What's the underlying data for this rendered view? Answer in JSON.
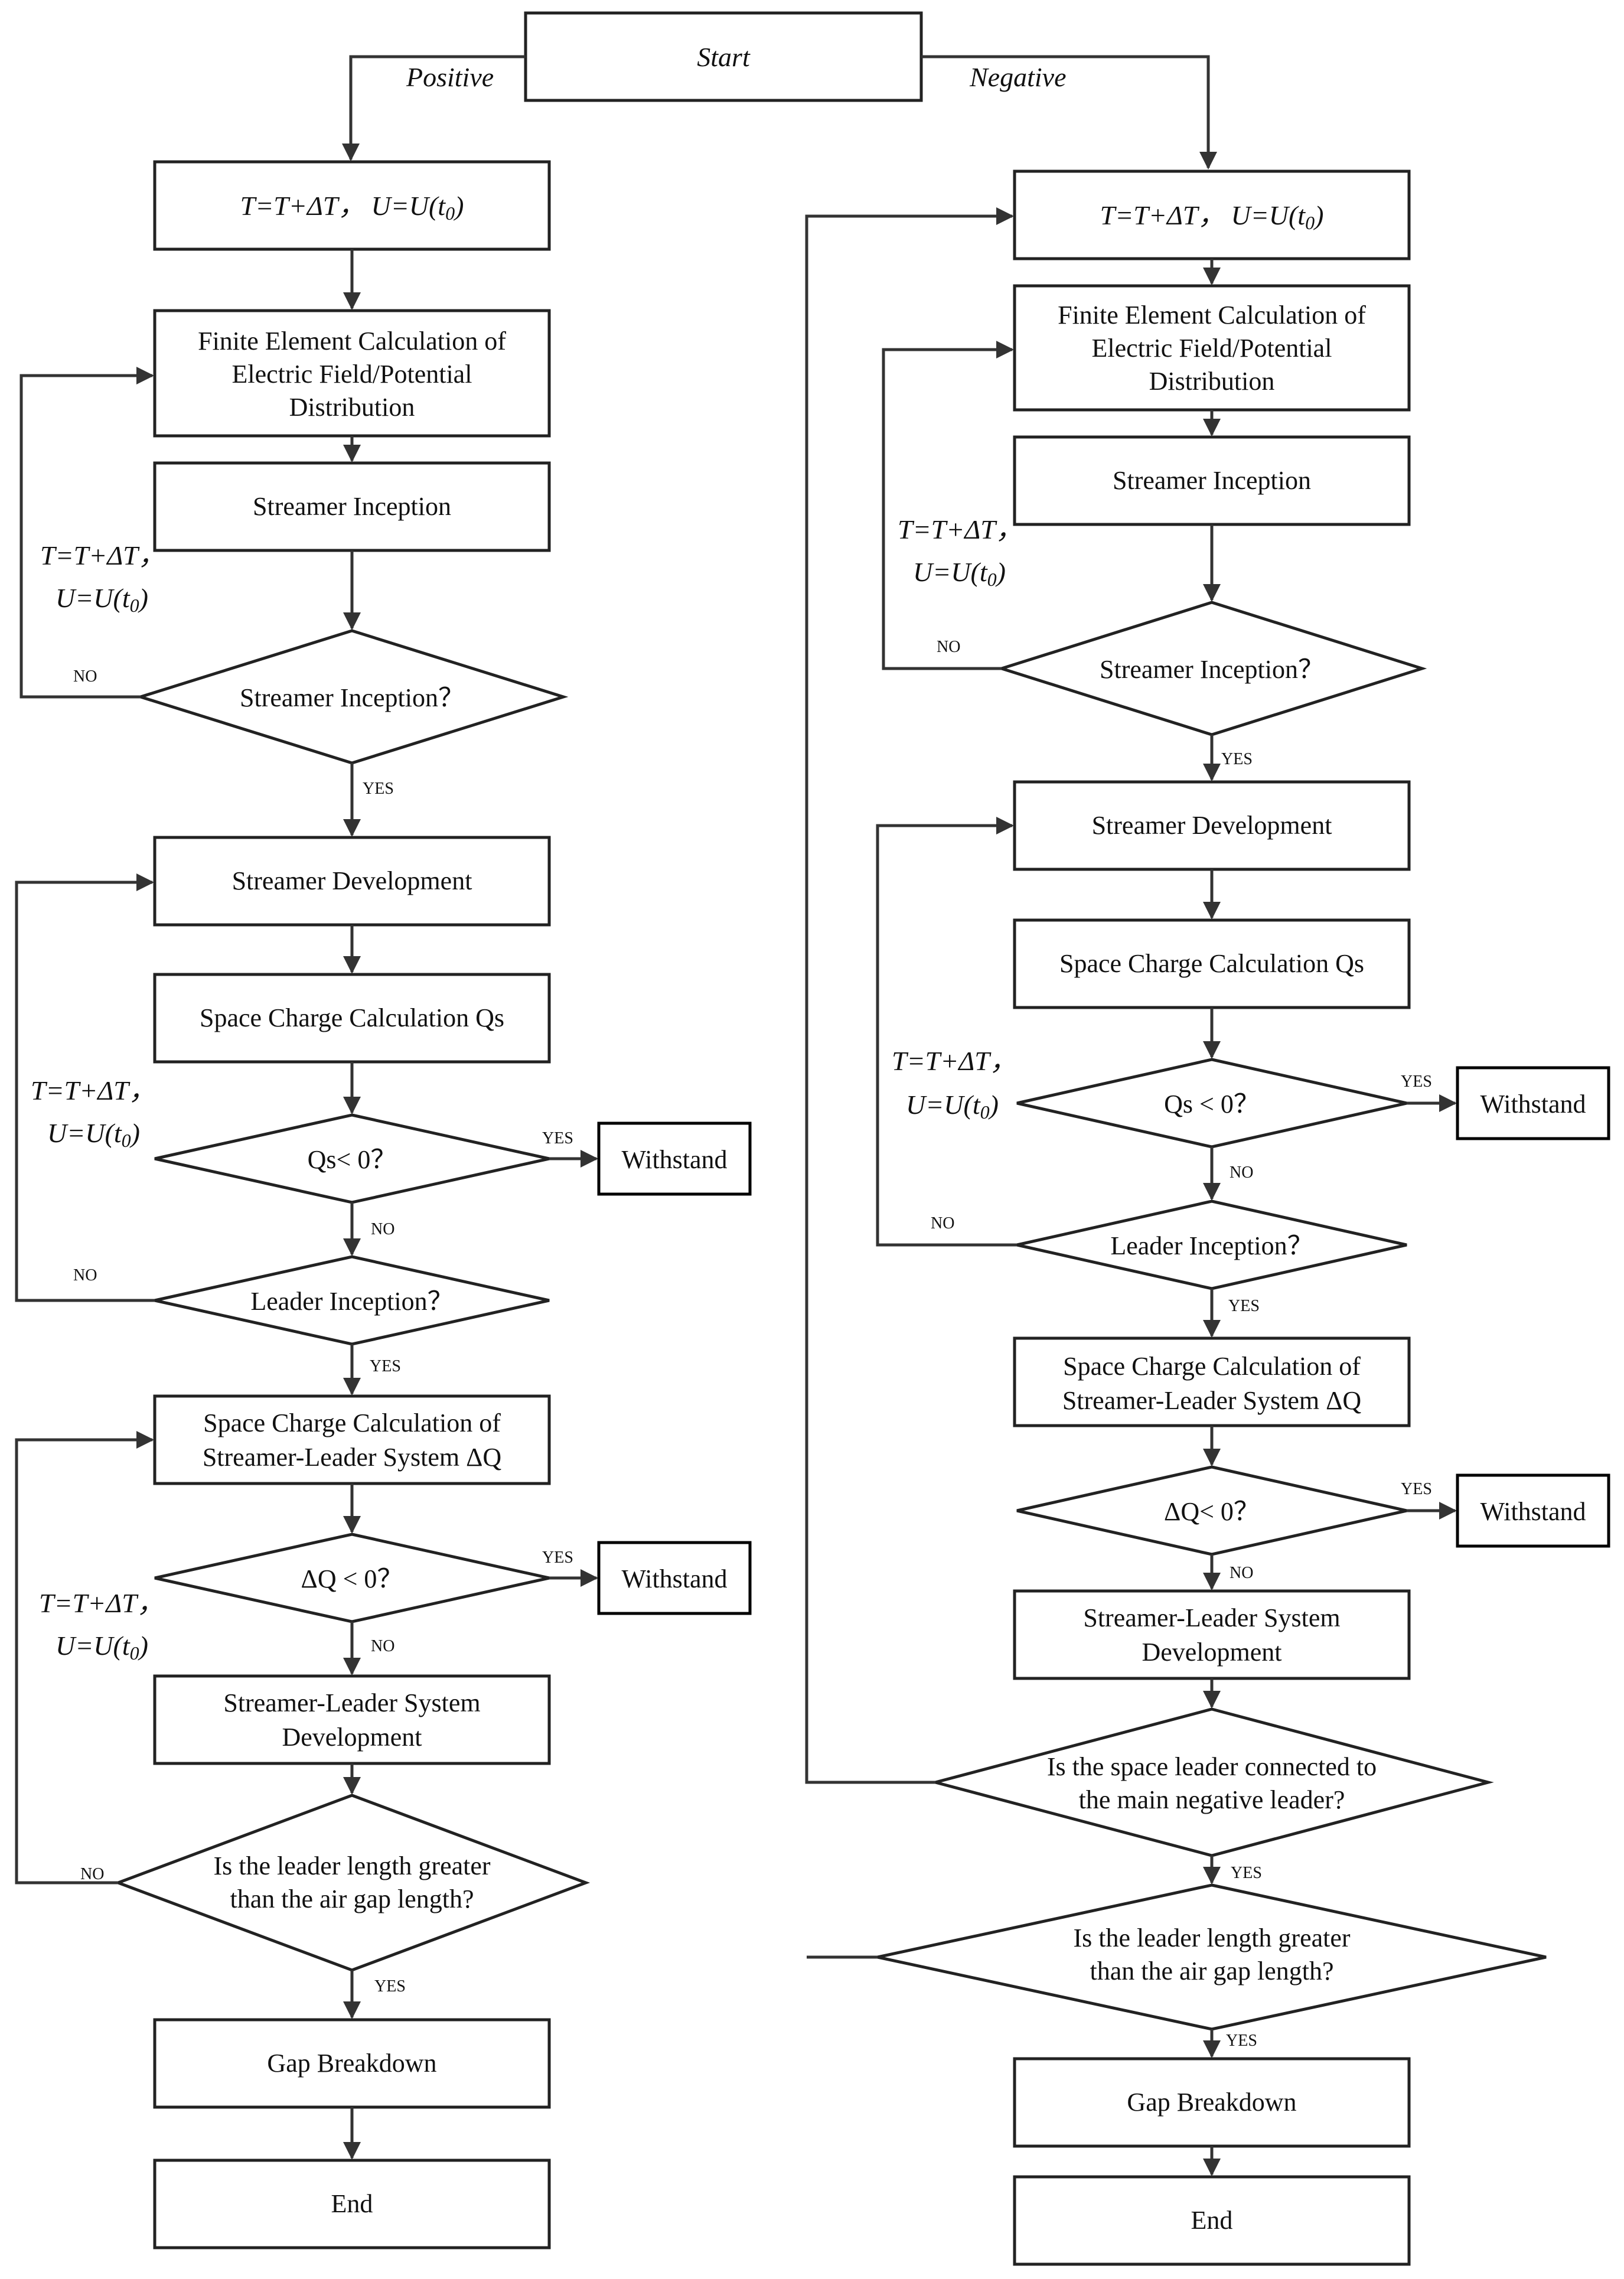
{
  "start": "Start",
  "branches": {
    "positive": "Positive",
    "negative": "Negative"
  },
  "time_step": {
    "t_prefix": "T",
    "t_mid": "=",
    "t_mid2": "+",
    "delta_t": "ΔT",
    "u_prefix": "U",
    "u_mid": "=U(",
    "t0_t": "t",
    "t0_sub": "0",
    "close": ")",
    "comma": "，"
  },
  "labels": {
    "yes": "YES",
    "no": "NO"
  },
  "left": {
    "fem_lines": [
      "Finite Element Calculation of",
      "Electric Field/Potential",
      "Distribution"
    ],
    "streamer_inception": "Streamer Inception",
    "streamer_inception_q": "Streamer Inception？",
    "streamer_development": "Streamer Development",
    "space_charge_qs": "Space Charge Calculation Qs",
    "qs_q": "Qs< 0？",
    "withstand_1": "Withstand",
    "leader_inception_q": "Leader Inception？",
    "sc_system_lines": [
      "Space Charge Calculation of",
      "Streamer-Leader System ΔQ"
    ],
    "dq_q": "ΔQ < 0？",
    "withstand_2": "Withstand",
    "sl_dev_lines": [
      "Streamer-Leader System",
      "Development"
    ],
    "length_q_lines": [
      "Is the leader length greater",
      "than the air gap length?"
    ],
    "gap_breakdown": "Gap Breakdown",
    "end": "End"
  },
  "right": {
    "fem_lines": [
      "Finite Element Calculation of",
      "Electric Field/Potential",
      "Distribution"
    ],
    "streamer_inception": "Streamer Inception",
    "streamer_inception_q": "Streamer Inception？",
    "streamer_development": "Streamer Development",
    "space_charge_qs": "Space Charge Calculation Qs",
    "qs_q": "Qs < 0？",
    "withstand_1": "Withstand",
    "leader_inception_q": "Leader Inception？",
    "sc_system_lines": [
      "Space Charge Calculation of",
      "Streamer-Leader System ΔQ"
    ],
    "dq_q": "ΔQ< 0？",
    "withstand_2": "Withstand",
    "sl_dev_lines": [
      "Streamer-Leader System",
      "Development"
    ],
    "connected_q_lines": [
      "Is the space leader connected to",
      "the main negative leader?"
    ],
    "length_q_lines": [
      "Is the leader length greater",
      "than the air gap length?"
    ],
    "gap_breakdown": "Gap Breakdown",
    "end": "End"
  }
}
